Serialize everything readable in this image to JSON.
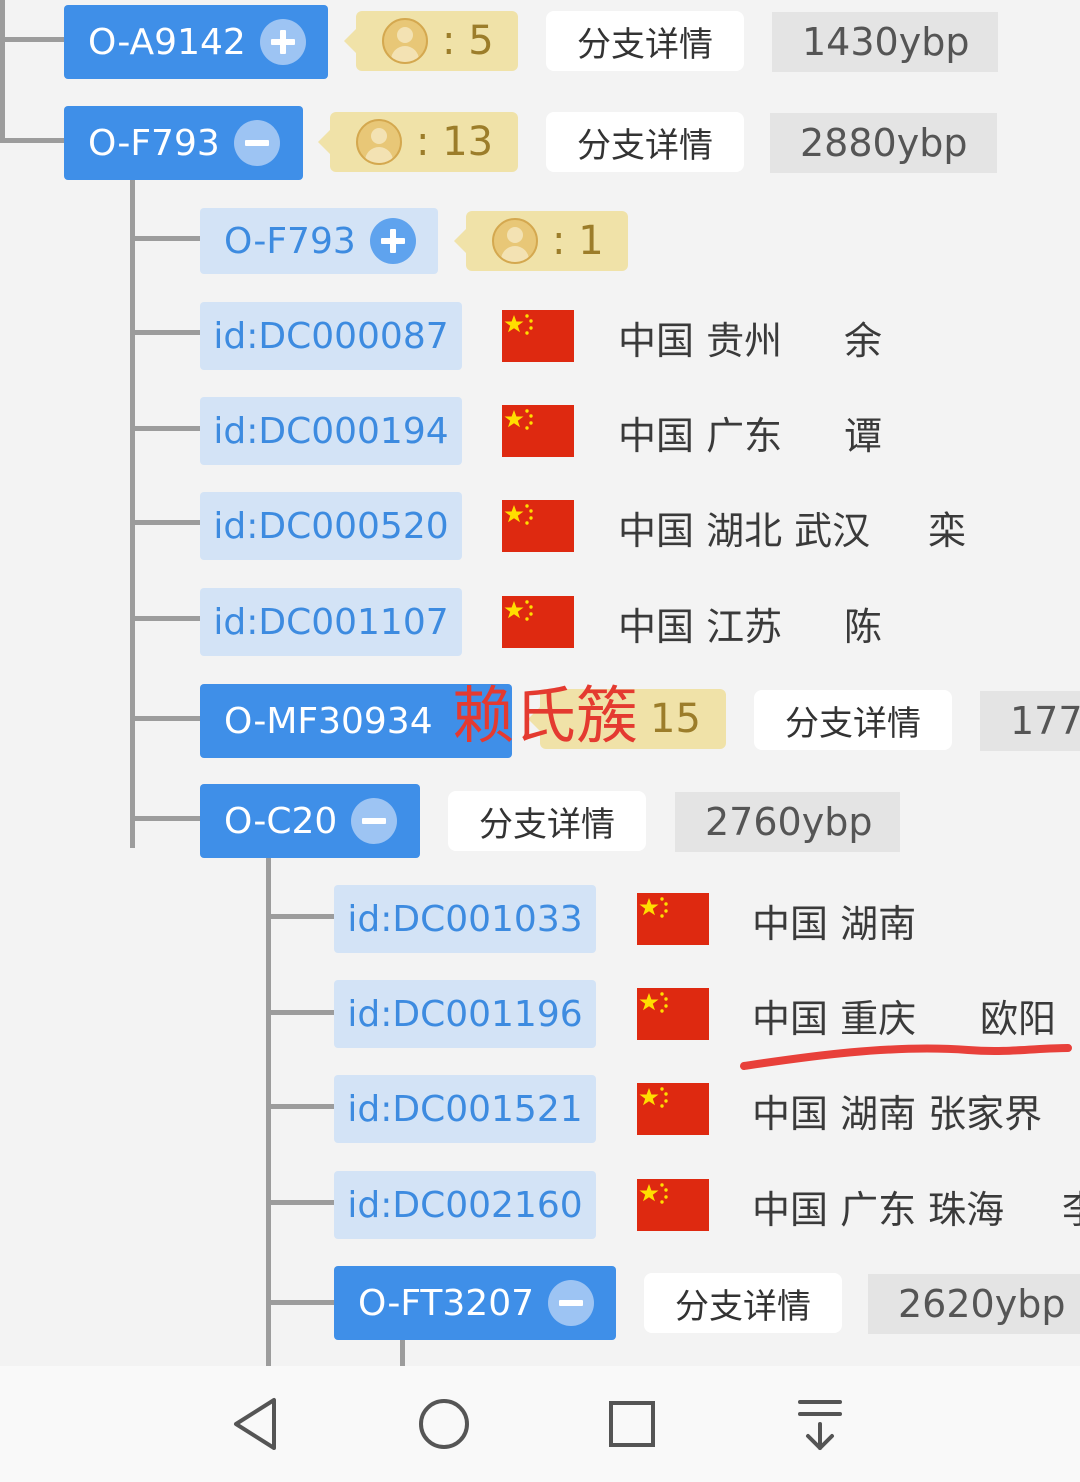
{
  "tree": {
    "toggle_labels": {
      "plus": "+",
      "minus": "−"
    },
    "root_siblings": [
      {
        "name": "O-A9142",
        "toggle": "plus",
        "count": ": 5",
        "detail_label": "分支详情",
        "age": "1430ybp"
      },
      {
        "name": "O-F793",
        "toggle": "minus",
        "count": ": 13",
        "detail_label": "分支详情",
        "age": "2880ybp"
      }
    ],
    "level1": {
      "subnode": {
        "name": "O-F793",
        "toggle": "plus",
        "count": ": 1"
      },
      "samples": [
        {
          "id": "id:DC000087",
          "location": "中国 贵州",
          "surname": "余"
        },
        {
          "id": "id:DC000194",
          "location": "中国 广东",
          "surname": "谭"
        },
        {
          "id": "id:DC000520",
          "location": "中国 湖北 武汉",
          "surname": "栾"
        },
        {
          "id": "id:DC001107",
          "location": "中国 江苏",
          "surname": "陈"
        }
      ],
      "branch_mf": {
        "name": "O-MF30934",
        "count": "15",
        "detail_label": "分支详情",
        "age": "177"
      },
      "branch_c20": {
        "name": "O-C20",
        "toggle": "minus",
        "detail_label": "分支详情",
        "age": "2760ybp"
      }
    },
    "level2": {
      "samples": [
        {
          "id": "id:DC001033",
          "location": "中国 湖南",
          "surname": ""
        },
        {
          "id": "id:DC001196",
          "location": "中国 重庆",
          "surname": "欧阳"
        },
        {
          "id": "id:DC001521",
          "location": "中国 湖南 张家界",
          "surname": ""
        },
        {
          "id": "id:DC002160",
          "location": "中国 广东 珠海",
          "surname": "李"
        }
      ],
      "branch_ft": {
        "name": "O-FT3207",
        "toggle": "minus",
        "detail_label": "分支详情",
        "age": "2620ybp"
      }
    }
  },
  "annotation": {
    "overlay_text": "赖氏簇",
    "overlay_color": "#e43a30",
    "underline_color": "#e8403a"
  },
  "colors": {
    "node_dark": "#3f8fe8",
    "node_light": "#d3e3f6",
    "badge": "#f0e2a8",
    "flag_red": "#de2910",
    "flag_star": "#ffde00"
  },
  "navbar": {
    "back_icon": "triangle-back-icon",
    "home_icon": "circle-home-icon",
    "recents_icon": "square-recents-icon",
    "menu_icon": "download-menu-icon"
  }
}
